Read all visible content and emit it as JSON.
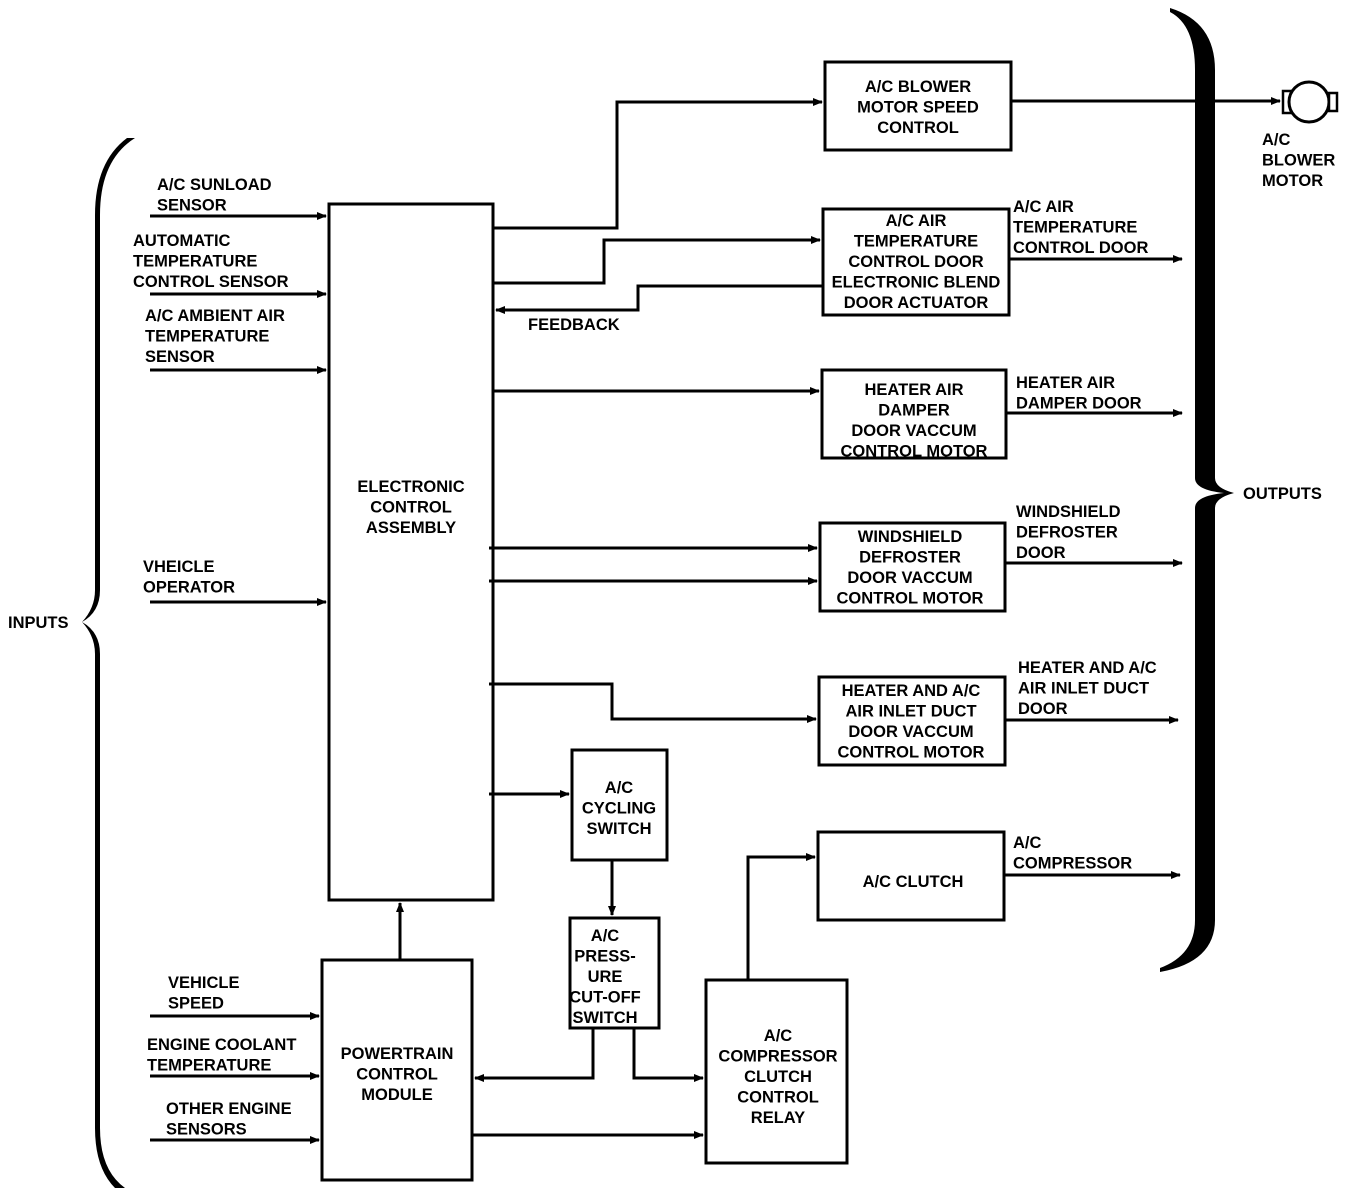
{
  "labels": {
    "inputs": "INPUTS",
    "outputs": "OUTPUTS",
    "feedback": "FEEDBACK"
  },
  "input_signals": {
    "sunload": [
      "A/C SUNLOAD",
      "SENSOR"
    ],
    "auto_temp": [
      "AUTOMATIC",
      "TEMPERATURE",
      "CONTROL SENSOR"
    ],
    "ambient": [
      "A/C AMBIENT AIR",
      "TEMPERATURE",
      "SENSOR"
    ],
    "operator": [
      "VHEICLE",
      "OPERATOR"
    ],
    "vehicle_speed": [
      "VEHICLE",
      "SPEED"
    ],
    "coolant": [
      "ENGINE COOLANT",
      "TEMPERATURE"
    ],
    "other_sensors": [
      "OTHER ENGINE",
      "SENSORS"
    ]
  },
  "blocks": {
    "eca": [
      "ELECTRONIC",
      "CONTROL",
      "ASSEMBLY"
    ],
    "pcm": [
      "POWERTRAIN",
      "CONTROL",
      "MODULE"
    ],
    "blower_control": [
      "A/C BLOWER",
      "MOTOR SPEED",
      "CONTROL"
    ],
    "blend_actuator": [
      "A/C AIR",
      "TEMPERATURE",
      "CONTROL DOOR",
      "ELECTRONIC BLEND",
      "DOOR ACTUATOR"
    ],
    "heater_damper": [
      "HEATER AIR",
      "DAMPER",
      "DOOR VACCUM",
      "CONTROL MOTOR"
    ],
    "windshield": [
      "WINDSHIELD",
      "DEFROSTER",
      "DOOR VACCUM",
      "CONTROL MOTOR"
    ],
    "inlet_duct": [
      "HEATER AND A/C",
      "AIR INLET DUCT",
      "DOOR VACCUM",
      "CONTROL MOTOR"
    ],
    "cycling": [
      "A/C",
      "CYCLING",
      "SWITCH"
    ],
    "cutoff": [
      "A/C",
      "PRESS-",
      "URE",
      "CUT-OFF",
      "SWITCH"
    ],
    "relay": [
      "A/C",
      "COMPRESSOR",
      "CLUTCH",
      "CONTROL",
      "RELAY"
    ],
    "clutch": [
      "A/C CLUTCH"
    ]
  },
  "output_signals": {
    "blower_motor": [
      "A/C",
      "BLOWER",
      "MOTOR"
    ],
    "temp_door": [
      "A/C AIR",
      "TEMPERATURE",
      "CONTROL DOOR"
    ],
    "damper_door": [
      "HEATER AIR",
      "DAMPER DOOR"
    ],
    "defroster_door": [
      "WINDSHIELD",
      "DEFROSTER",
      "DOOR"
    ],
    "inlet_door": [
      "HEATER AND A/C",
      "AIR INLET DUCT",
      "DOOR"
    ],
    "compressor": [
      "A/C",
      "COMPRESSOR"
    ]
  }
}
